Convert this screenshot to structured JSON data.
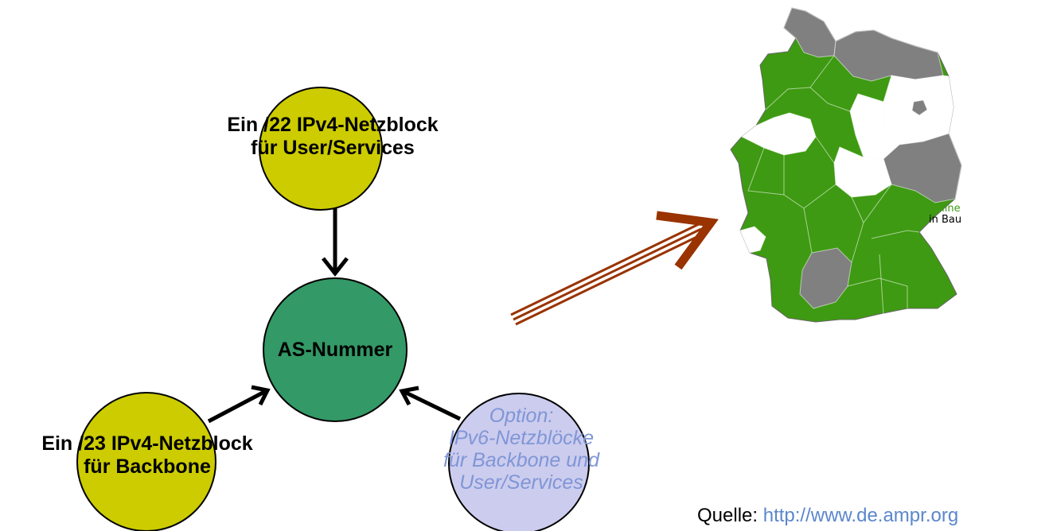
{
  "nodes": {
    "ipv4_user": {
      "line1": "Ein /22 IPv4-Netzblock",
      "line2": "für User/Services"
    },
    "as_number": {
      "label": "AS-Nummer"
    },
    "ipv4_backbone": {
      "line1": "Ein /23 IPv4-Netzblock",
      "line2": "für Backbone"
    },
    "ipv6_option": {
      "line1": "Option:",
      "line2": "IPv6-Netzblöcke",
      "line3": "für Backbone und",
      "line4": "User/Services"
    }
  },
  "map": {
    "legend_online": "online",
    "legend_in_bau": "in Bau"
  },
  "source": {
    "prefix": "Quelle: ",
    "link_text": "http://www.de.ampr.org"
  },
  "colors": {
    "ipv4_circle": "#cccc00",
    "as_circle": "#339966",
    "ipv6_circle": "#ccccee",
    "map_online": "#3e9a12",
    "map_in_bau": "#808080",
    "map_none": "#ffffff",
    "big_arrow": "#993300",
    "option_text": "#7f96d6",
    "link": "#5b87cc"
  }
}
